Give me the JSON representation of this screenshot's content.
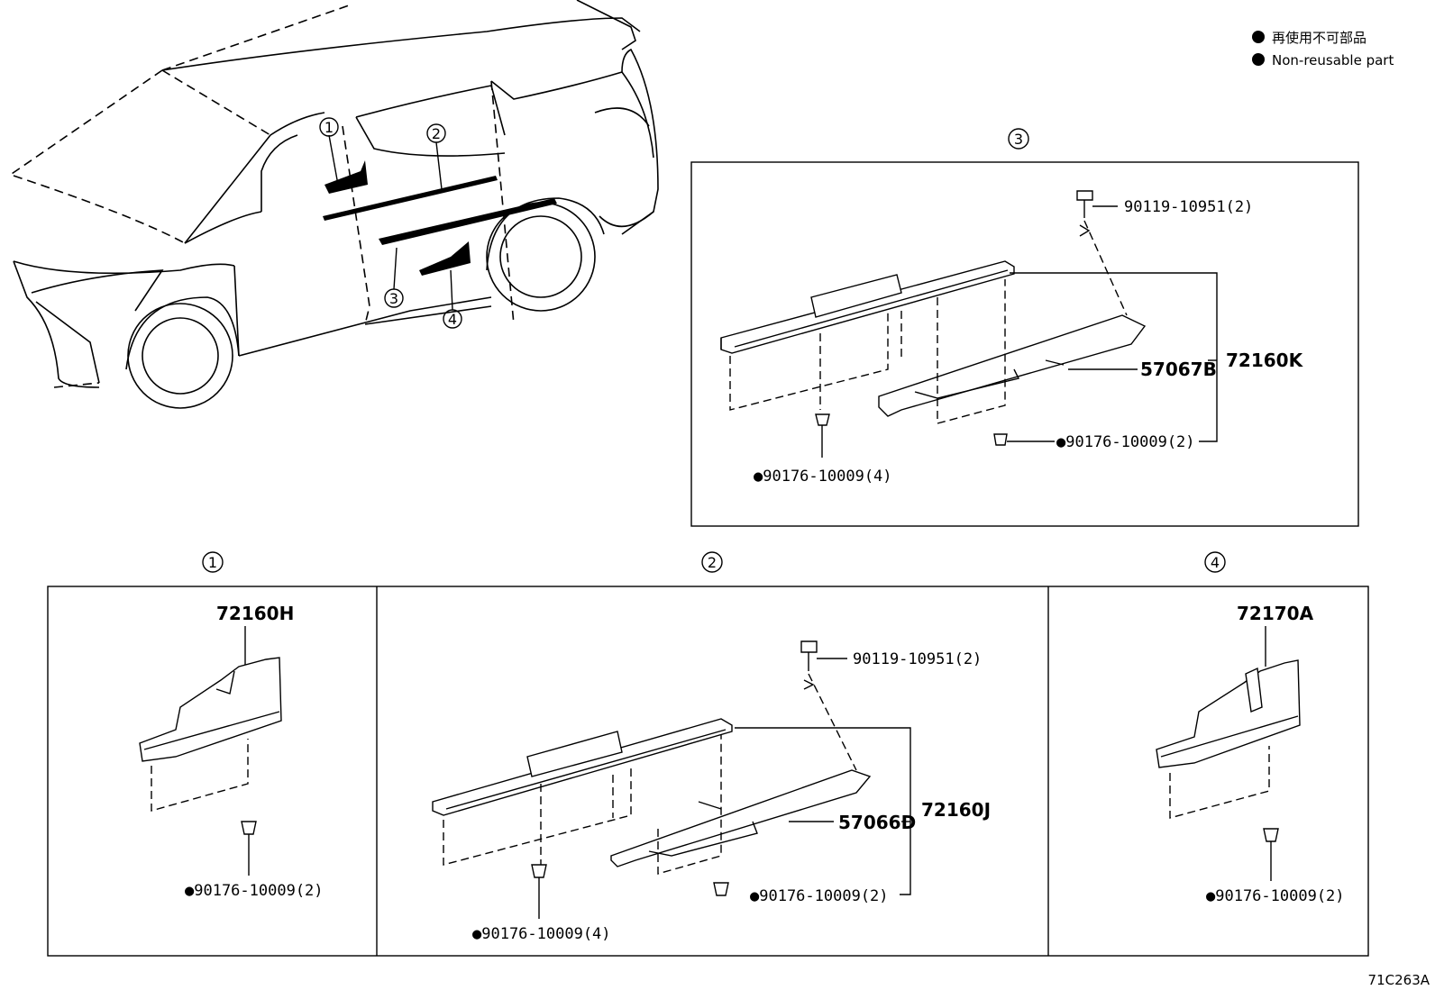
{
  "legend": {
    "items": [
      {
        "symbol": "●",
        "text": "再使用不可部品"
      },
      {
        "symbol": "●",
        "text": "Non-reusable part"
      }
    ]
  },
  "figure_code": "71C263A",
  "callouts": [
    "1",
    "2",
    "3",
    "4"
  ],
  "panel3": {
    "bolt": "90119-10951(2)",
    "assembly": "72160K",
    "sub": "57067B",
    "clip_a": "●90176-10009(2)",
    "clip_b": "●90176-10009(4)"
  },
  "panel1": {
    "assembly": "72160H",
    "clip": "●90176-10009(2)"
  },
  "panel2": {
    "bolt": "90119-10951(2)",
    "assembly": "72160J",
    "sub": "57066D",
    "clip_a": "●90176-10009(2)",
    "clip_b": "●90176-10009(4)"
  },
  "panel4": {
    "assembly": "72170A",
    "clip": "●90176-10009(2)"
  }
}
